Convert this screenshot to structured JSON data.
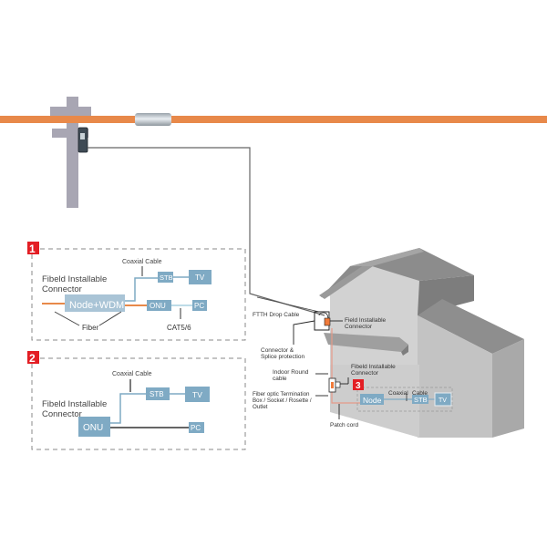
{
  "colors": {
    "fiber": "#e8894a",
    "pole": "#a8a6b3",
    "box_fill": "#7faac4",
    "house_wall": "#cfcfcf",
    "house_roof": "#8a8a8a",
    "badge": "#e31e24",
    "cable": "#555555"
  },
  "panel1": {
    "badge": "1",
    "connector_label_1": "Fibeld Installable",
    "connector_label_2": "Connector",
    "coax_label": "Coaxial  Cable",
    "node": "Node+WDM",
    "stb": "STB",
    "tv": "TV",
    "onu": "ONU",
    "pc": "PC",
    "fiber_label": "Fiber",
    "cat_label": "CAT5/6"
  },
  "panel2": {
    "badge": "2",
    "connector_label_1": "Fibeld Installable",
    "connector_label_2": "Connector",
    "coax_label": "Coaxial  Cable",
    "onu": "ONU",
    "stb": "STB",
    "tv": "TV",
    "pc": "PC"
  },
  "house": {
    "ftth_drop": "FTTH Drop Cable",
    "field_conn_1": "Field Installable",
    "field_conn_2": "Connector",
    "splice_1": "Connector &",
    "splice_2": "Splice protection",
    "indoor_1": "Indoor Round",
    "indoor_2": "cable",
    "fibeld_1": "Fibeld Installable",
    "fibeld_2": "Connector",
    "term_1": "Fiber optic Termination",
    "term_2": "Box / Socket / Rosette /",
    "term_3": "Outlet",
    "patch": "Patch cord",
    "badge": "3",
    "node": "Node",
    "coax": "Coaxial",
    "cable": "Cable",
    "stb": "STB",
    "tv": "TV"
  }
}
